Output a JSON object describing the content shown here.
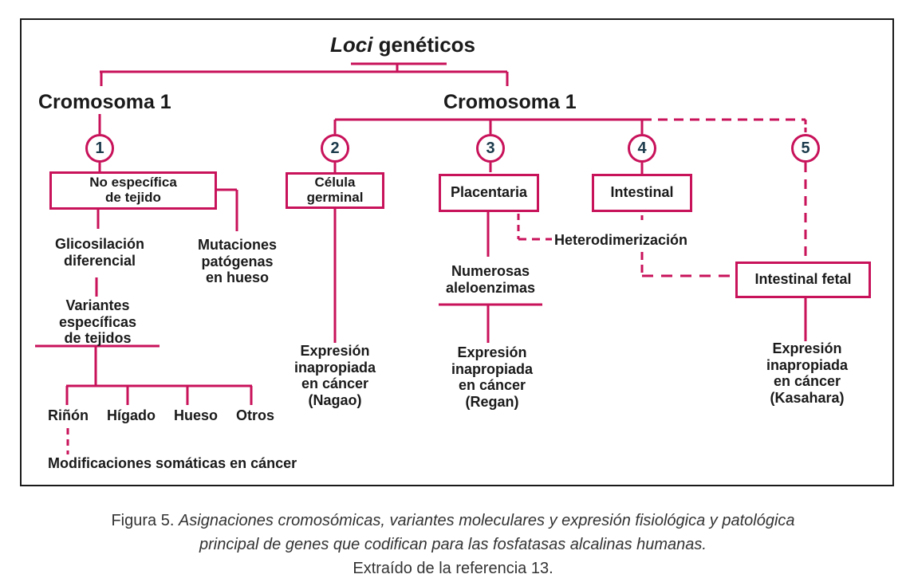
{
  "diagram": {
    "title_italic": "Loci",
    "title_rest": " genéticos",
    "left_chromosome": "Cromosoma 1",
    "right_chromosome": "Cromosoma 1",
    "loci": [
      {
        "number": "1",
        "box": "No específica\nde tejido"
      },
      {
        "number": "2",
        "box": "Célula\ngerminal"
      },
      {
        "number": "3",
        "box": "Placentaria"
      },
      {
        "number": "4",
        "box": "Intestinal"
      },
      {
        "number": "5",
        "box": "Intestinal fetal"
      }
    ],
    "locus1": {
      "glycosylation": "Glicosilación\ndiferencial",
      "mutations": "Mutaciones\npatógenas\nen hueso",
      "variants": "Variantes\nespecíficas\nde tejidos",
      "tissues": [
        "Riñón",
        "Hígado",
        "Hueso",
        "Otros"
      ],
      "somatic": "Modificaciones somáticas en cáncer"
    },
    "locus2": {
      "expression": "Expresión\ninapropiada\nen cáncer\n(Nagao)"
    },
    "locus3": {
      "alleles": "Numerosas\naleloenzimas",
      "expression": "Expresión\ninapropiada\nen cáncer\n(Regan)"
    },
    "heterodimerization": "Heterodimerización",
    "locus5": {
      "expression": "Expresión\ninapropiada\nen cáncer\n(Kasahara)"
    },
    "line_color": "#c8125a"
  },
  "caption": {
    "prefix": "Figura 5. ",
    "italic_line1": "Asignaciones cromosómicas, variantes moleculares y expresión fisiológica y patológica",
    "italic_line2": "principal de genes que codifican para las fosfatasas alcalinas humanas.",
    "source": "Extraído de la referencia 13."
  }
}
